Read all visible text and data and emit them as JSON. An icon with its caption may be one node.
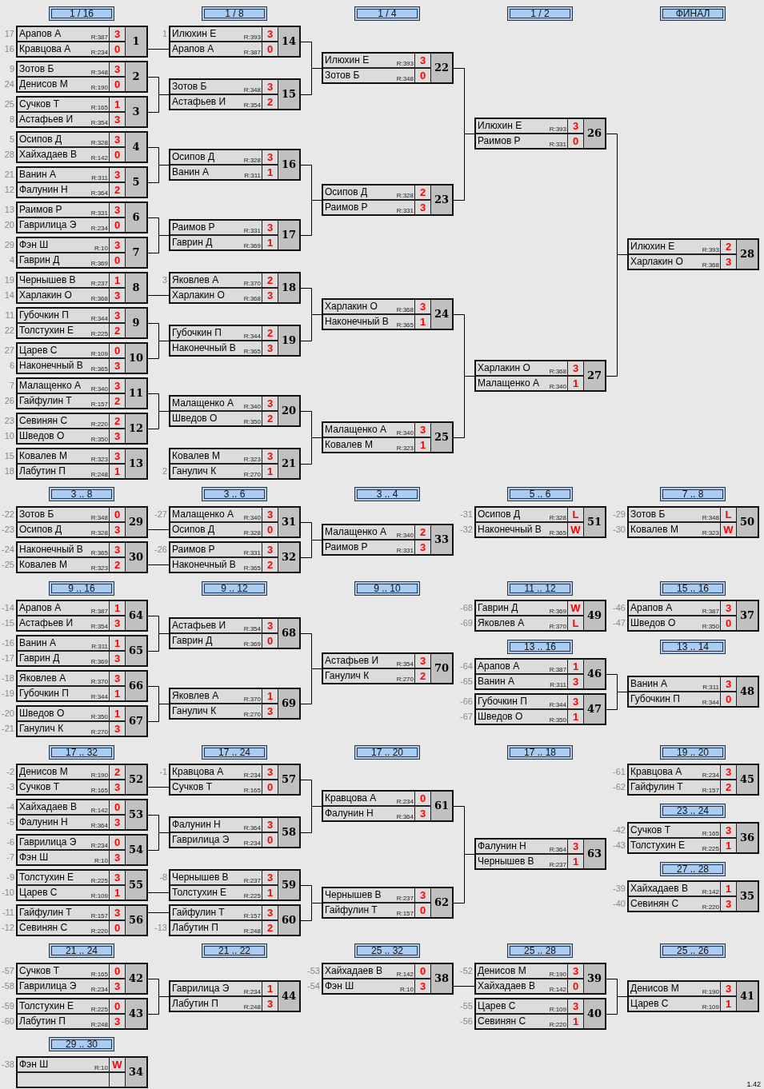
{
  "diagram": {
    "nodes": [
      {
        "text": [
          "1 / 16"
        ]
      },
      {
        "text": [
          "1 / 8"
        ]
      },
      {
        "text": [
          "1 / 4"
        ]
      },
      {
        "text": [
          "1 / 2"
        ]
      },
      {
        "text": [
          "ФИНАЛ"
        ]
      },
      {
        "text": [
          "Арапов А",
          "R:387",
          "3",
          "Кравцова А",
          "R:234",
          "0",
          "1"
        ],
        "beside": [
          "17",
          "16"
        ]
      },
      {
        "text": [
          "Зотов Б",
          "R:348",
          "3",
          "Денисов М",
          "R:190",
          "0",
          "2"
        ],
        "beside": [
          "9",
          "24"
        ]
      },
      {
        "text": [
          "Сучков Т",
          "R:165",
          "1",
          "Астафьев И",
          "R:354",
          "3",
          "3"
        ],
        "beside": [
          "25",
          "8"
        ]
      },
      {
        "text": [
          "Осипов Д",
          "R:328",
          "3",
          "Хайхадаев В",
          "R:142",
          "0",
          "4"
        ],
        "beside": [
          "5",
          "28"
        ]
      },
      {
        "text": [
          "Ванин А",
          "R:311",
          "3",
          "Фалунин Н",
          "R:364",
          "2",
          "5"
        ],
        "beside": [
          "21",
          "12"
        ]
      },
      {
        "text": [
          "Раимов Р",
          "R:331",
          "3",
          "Гаврилица Э",
          "R:234",
          "0",
          "6"
        ],
        "beside": [
          "13",
          "20"
        ]
      },
      {
        "text": [
          "Фэн Ш",
          "R:10",
          "3",
          "Гаврин Д",
          "R:369",
          "0",
          "7"
        ],
        "beside": [
          "29",
          "4"
        ]
      },
      {
        "text": [
          "Чернышев В",
          "R:237",
          "1",
          "Харлакин О",
          "R:368",
          "3",
          "8"
        ],
        "beside": [
          "19",
          "14"
        ]
      },
      {
        "text": [
          "Губочкин П",
          "R:344",
          "3",
          "Толстухин Е",
          "R:225",
          "2",
          "9"
        ],
        "beside": [
          "11",
          "22"
        ]
      },
      {
        "text": [
          "Царев С",
          "R:109",
          "0",
          "Наконечный В",
          "R:365",
          "3",
          "10"
        ],
        "beside": [
          "27",
          "6"
        ]
      },
      {
        "text": [
          "Малащенко А",
          "R:340",
          "3",
          "Гайфулин Т",
          "R:157",
          "2",
          "11"
        ],
        "beside": [
          "7",
          "26"
        ]
      },
      {
        "text": [
          "Севинян С",
          "R:220",
          "2",
          "Шведов О",
          "R:350",
          "3",
          "12"
        ],
        "beside": [
          "23",
          "10"
        ]
      },
      {
        "text": [
          "Ковалев М",
          "R:323",
          "3",
          "Лабутин П",
          "R:248",
          "1",
          "13"
        ],
        "beside": [
          "15",
          "18"
        ]
      },
      {
        "text": [
          "Илюхин Е",
          "R:393",
          "3",
          "Арапов А",
          "R:387",
          "0",
          "14"
        ],
        "beside": [
          "1"
        ]
      },
      {
        "text": [
          "Зотов Б",
          "R:348",
          "3",
          "Астафьев И",
          "R:354",
          "2",
          "15"
        ]
      },
      {
        "text": [
          "Осипов Д",
          "R:328",
          "3",
          "Ванин А",
          "R:311",
          "1",
          "16"
        ]
      },
      {
        "text": [
          "Раимов Р",
          "R:331",
          "3",
          "Гаврин Д",
          "R:369",
          "1",
          "17"
        ]
      },
      {
        "text": [
          "Яковлев А",
          "R:370",
          "2",
          "Харлакин О",
          "R:368",
          "3",
          "18"
        ],
        "beside": [
          "3"
        ]
      },
      {
        "text": [
          "Губочкин П",
          "R:344",
          "2",
          "Наконечный В",
          "R:365",
          "3",
          "19"
        ]
      },
      {
        "text": [
          "Малащенко А",
          "R:340",
          "3",
          "Шведов О",
          "R:350",
          "2",
          "20"
        ]
      },
      {
        "text": [
          "Ковалев М",
          "R:323",
          "3",
          "Ганулич К",
          "R:270",
          "1",
          "21"
        ],
        "beside": [
          "2"
        ]
      },
      {
        "text": [
          "Илюхин Е",
          "R:393",
          "3",
          "Зотов Б",
          "R:348",
          "0",
          "22"
        ]
      },
      {
        "text": [
          "Осипов Д",
          "R:328",
          "2",
          "Раимов Р",
          "R:331",
          "3",
          "23"
        ]
      },
      {
        "text": [
          "Харлакин О",
          "R:368",
          "3",
          "Наконечный В",
          "R:365",
          "1",
          "24"
        ]
      },
      {
        "text": [
          "Малащенко А",
          "R:340",
          "3",
          "Ковалев М",
          "R:323",
          "1",
          "25"
        ]
      },
      {
        "text": [
          "Илюхин Е",
          "R:393",
          "3",
          "Раимов Р",
          "R:331",
          "0",
          "26"
        ]
      },
      {
        "text": [
          "Харлакин О",
          "R:368",
          "3",
          "Малащенко А",
          "R:340",
          "1",
          "27"
        ]
      },
      {
        "text": [
          "Илюхин Е",
          "R:393",
          "2",
          "Харлакин О",
          "R:368",
          "3",
          "28"
        ]
      },
      {
        "text": [
          "3 .. 8"
        ]
      },
      {
        "text": [
          "3 .. 6"
        ]
      },
      {
        "text": [
          "3 .. 4"
        ]
      },
      {
        "text": [
          "5 .. 6"
        ]
      },
      {
        "text": [
          "7 .. 8"
        ]
      },
      {
        "text": [
          "Зотов Б",
          "R:348",
          "0",
          "Осипов Д",
          "R:328",
          "3",
          "29"
        ],
        "beside": [
          "-22",
          "-23"
        ]
      },
      {
        "text": [
          "Наконечный В",
          "R:365",
          "3",
          "Ковалев М",
          "R:323",
          "2",
          "30"
        ],
        "beside": [
          "-24",
          "-25"
        ]
      },
      {
        "text": [
          "Малащенко А",
          "R:340",
          "3",
          "Осипов Д",
          "R:328",
          "0",
          "31"
        ],
        "beside": [
          "-27"
        ]
      },
      {
        "text": [
          "Раимов Р",
          "R:331",
          "3",
          "Наконечный В",
          "R:365",
          "2",
          "32"
        ],
        "beside": [
          "-26"
        ]
      },
      {
        "text": [
          "Малащенко А",
          "R:340",
          "2",
          "Раимов Р",
          "R:331",
          "3",
          "33"
        ]
      },
      {
        "text": [
          "Осипов Д",
          "R:328",
          "L",
          "Наконечный В",
          "R:365",
          "W",
          "51"
        ],
        "beside": [
          "-31",
          "-32"
        ]
      },
      {
        "text": [
          "Зотов Б",
          "R:348",
          "L",
          "Ковалев М",
          "R:323",
          "W",
          "50"
        ],
        "beside": [
          "-29",
          "-30"
        ]
      },
      {
        "text": [
          "9 .. 16"
        ]
      },
      {
        "text": [
          "9 .. 12"
        ]
      },
      {
        "text": [
          "9 .. 10"
        ]
      },
      {
        "text": [
          "11 .. 12"
        ]
      },
      {
        "text": [
          "15 .. 16"
        ]
      },
      {
        "text": [
          "Арапов А",
          "R:387",
          "1",
          "Астафьев И",
          "R:354",
          "3",
          "64"
        ],
        "beside": [
          "-14",
          "-15"
        ]
      },
      {
        "text": [
          "Ванин А",
          "R:311",
          "1",
          "Гаврин Д",
          "R:369",
          "3",
          "65"
        ],
        "beside": [
          "-16",
          "-17"
        ]
      },
      {
        "text": [
          "Яковлев А",
          "R:370",
          "3",
          "Губочкин П",
          "R:344",
          "1",
          "66"
        ],
        "beside": [
          "-18",
          "-19"
        ]
      },
      {
        "text": [
          "Шведов О",
          "R:350",
          "1",
          "Ганулич К",
          "R:270",
          "3",
          "67"
        ],
        "beside": [
          "-20",
          "-21"
        ]
      },
      {
        "text": [
          "Астафьев И",
          "R:354",
          "3",
          "Гаврин Д",
          "R:369",
          "0",
          "68"
        ]
      },
      {
        "text": [
          "Яковлев А",
          "R:370",
          "1",
          "Ганулич К",
          "R:270",
          "3",
          "69"
        ]
      },
      {
        "text": [
          "Астафьев И",
          "R:354",
          "3",
          "Ганулич К",
          "R:270",
          "2",
          "70"
        ]
      },
      {
        "text": [
          "Гаврин Д",
          "R:369",
          "W",
          "Яковлев А",
          "R:370",
          "L",
          "49"
        ],
        "beside": [
          "-68",
          "-69"
        ]
      },
      {
        "text": [
          "Арапов А",
          "R:387",
          "3",
          "Шведов О",
          "R:350",
          "0",
          "37"
        ],
        "beside": [
          "-46",
          "-47"
        ]
      },
      {
        "text": [
          "13 .. 16"
        ]
      },
      {
        "text": [
          "13 .. 14"
        ]
      },
      {
        "text": [
          "Арапов А",
          "R:387",
          "1",
          "Ванин А",
          "R:311",
          "3",
          "46"
        ],
        "beside": [
          "-64",
          "-65"
        ]
      },
      {
        "text": [
          "Губочкин П",
          "R:344",
          "3",
          "Шведов О",
          "R:350",
          "1",
          "47"
        ],
        "beside": [
          "-66",
          "-67"
        ]
      },
      {
        "text": [
          "Ванин А",
          "R:311",
          "3",
          "Губочкин П",
          "R:344",
          "0",
          "48"
        ]
      },
      {
        "text": [
          "17 .. 32"
        ]
      },
      {
        "text": [
          "17 .. 24"
        ]
      },
      {
        "text": [
          "17 .. 20"
        ]
      },
      {
        "text": [
          "17 .. 18"
        ]
      },
      {
        "text": [
          "19 .. 20"
        ]
      },
      {
        "text": [
          "Денисов М",
          "R:190",
          "2",
          "Сучков Т",
          "R:165",
          "3",
          "52"
        ],
        "beside": [
          "-2",
          "-3"
        ]
      },
      {
        "text": [
          "Хайхадаев В",
          "R:142",
          "0",
          "Фалунин Н",
          "R:364",
          "3",
          "53"
        ],
        "beside": [
          "-4",
          "-5"
        ]
      },
      {
        "text": [
          "Гаврилица Э",
          "R:234",
          "0",
          "Фэн Ш",
          "R:10",
          "3",
          "54"
        ],
        "beside": [
          "-6",
          "-7"
        ]
      },
      {
        "text": [
          "Толстухин Е",
          "R:225",
          "3",
          "Царев С",
          "R:109",
          "1",
          "55"
        ],
        "beside": [
          "-9",
          "-10"
        ]
      },
      {
        "text": [
          "Гайфулин Т",
          "R:157",
          "3",
          "Севинян С",
          "R:220",
          "0",
          "56"
        ],
        "beside": [
          "-11",
          "-12"
        ]
      },
      {
        "text": [
          "Кравцова А",
          "R:234",
          "3",
          "Сучков Т",
          "R:165",
          "0",
          "57"
        ],
        "beside": [
          "-1"
        ]
      },
      {
        "text": [
          "Фалунин Н",
          "R:364",
          "3",
          "Гаврилица Э",
          "R:234",
          "0",
          "58"
        ]
      },
      {
        "text": [
          "Чернышев В",
          "R:237",
          "3",
          "Толстухин Е",
          "R:225",
          "1",
          "59"
        ],
        "beside": [
          "-8"
        ]
      },
      {
        "text": [
          "Гайфулин Т",
          "R:157",
          "3",
          "Лабутин П",
          "R:248",
          "2",
          "60"
        ],
        "beside": [
          "-13"
        ]
      },
      {
        "text": [
          "Кравцова А",
          "R:234",
          "0",
          "Фалунин Н",
          "R:364",
          "3",
          "61"
        ]
      },
      {
        "text": [
          "Чернышев В",
          "R:237",
          "3",
          "Гайфулин Т",
          "R:157",
          "0",
          "62"
        ]
      },
      {
        "text": [
          "Фалунин Н",
          "R:364",
          "3",
          "Чернышев В",
          "R:237",
          "1",
          "63"
        ]
      },
      {
        "text": [
          "Кравцова А",
          "R:234",
          "3",
          "Гайфулин Т",
          "R:157",
          "2",
          "45"
        ],
        "beside": [
          "-61",
          "-62"
        ]
      },
      {
        "text": [
          "23 .. 24"
        ]
      },
      {
        "text": [
          "Сучков Т",
          "R:165",
          "3",
          "Толстухин Е",
          "R:225",
          "1",
          "36"
        ],
        "beside": [
          "-42",
          "-43"
        ]
      },
      {
        "text": [
          "27 .. 28"
        ]
      },
      {
        "text": [
          "Хайхадаев В",
          "R:142",
          "1",
          "Севинян С",
          "R:220",
          "3",
          "35"
        ],
        "beside": [
          "-39",
          "-40"
        ]
      },
      {
        "text": [
          "21 .. 24"
        ]
      },
      {
        "text": [
          "21 .. 22"
        ]
      },
      {
        "text": [
          "25 .. 32"
        ]
      },
      {
        "text": [
          "25 .. 28"
        ]
      },
      {
        "text": [
          "25 .. 26"
        ]
      },
      {
        "text": [
          "Сучков Т",
          "R:165",
          "0",
          "Гаврилица Э",
          "R:234",
          "3",
          "42"
        ],
        "beside": [
          "-57",
          "-58"
        ]
      },
      {
        "text": [
          "Толстухин Е",
          "R:225",
          "0",
          "Лабутин П",
          "R:248",
          "3",
          "43"
        ],
        "beside": [
          "-59",
          "-60"
        ]
      },
      {
        "text": [
          "Гаврилица Э",
          "R:234",
          "1",
          "Лабутин П",
          "R:248",
          "3",
          "44"
        ]
      },
      {
        "text": [
          "Хайхадаев В",
          "R:142",
          "0",
          "Фэн Ш",
          "R:10",
          "3",
          "38"
        ],
        "beside": [
          "-53",
          "-54"
        ]
      },
      {
        "text": [
          "Денисов М",
          "R:190",
          "3",
          "Хайхадаев В",
          "R:142",
          "0",
          "39"
        ],
        "beside": [
          "-52"
        ]
      },
      {
        "text": [
          "Царев С",
          "R:109",
          "3",
          "Севинян С",
          "R:220",
          "1",
          "40"
        ],
        "beside": [
          "-55",
          "-56"
        ]
      },
      {
        "text": [
          "Денисов М",
          "R:190",
          "3",
          "Царев С",
          "R:109",
          "1",
          "41"
        ]
      },
      {
        "text": [
          "29 .. 30"
        ]
      },
      {
        "text": [
          "Фэн Ш",
          "R:10",
          "W",
          "34"
        ],
        "beside": [
          "-38"
        ]
      }
    ],
    "edges": [
      {
        "from": 5,
        "to": 18,
        "arrow": "none"
      },
      {
        "from": 6,
        "to": 19,
        "arrow": "none"
      },
      {
        "from": 7,
        "to": 19,
        "arrow": "none"
      },
      {
        "from": 8,
        "to": 20,
        "arrow": "none"
      },
      {
        "from": 9,
        "to": 20,
        "arrow": "none"
      },
      {
        "from": 10,
        "to": 21,
        "arrow": "none"
      },
      {
        "from": 11,
        "to": 21,
        "arrow": "none"
      },
      {
        "from": 12,
        "to": 22,
        "arrow": "none"
      },
      {
        "from": 13,
        "to": 23,
        "arrow": "none"
      },
      {
        "from": 14,
        "to": 23,
        "arrow": "none"
      },
      {
        "from": 15,
        "to": 24,
        "arrow": "none"
      },
      {
        "from": 16,
        "to": 24,
        "arrow": "none"
      },
      {
        "from": 18,
        "to": 26,
        "arrow": "none"
      },
      {
        "from": 19,
        "to": 26,
        "arrow": "none"
      },
      {
        "from": 20,
        "to": 27,
        "arrow": "none"
      },
      {
        "from": 21,
        "to": 27,
        "arrow": "none"
      },
      {
        "from": 22,
        "to": 28,
        "arrow": "none"
      },
      {
        "from": 23,
        "to": 28,
        "arrow": "none"
      },
      {
        "from": 24,
        "to": 29,
        "arrow": "none"
      },
      {
        "from": 25,
        "to": 29,
        "arrow": "none"
      },
      {
        "from": 26,
        "to": 30,
        "arrow": "none"
      },
      {
        "from": 27,
        "to": 30,
        "arrow": "none"
      },
      {
        "from": 28,
        "to": 31,
        "arrow": "none"
      },
      {
        "from": 29,
        "to": 31,
        "arrow": "none"
      },
      {
        "from": 30,
        "to": 32,
        "arrow": "none"
      },
      {
        "from": 31,
        "to": 32,
        "arrow": "none"
      },
      {
        "from": 38,
        "to": 40,
        "arrow": "none"
      },
      {
        "from": 39,
        "to": 41,
        "arrow": "none"
      },
      {
        "from": 40,
        "to": 42,
        "arrow": "none"
      },
      {
        "from": 41,
        "to": 42,
        "arrow": "none"
      },
      {
        "from": 50,
        "to": 54,
        "arrow": "none"
      },
      {
        "from": 51,
        "to": 54,
        "arrow": "none"
      },
      {
        "from": 52,
        "to": 55,
        "arrow": "none"
      },
      {
        "from": 53,
        "to": 55,
        "arrow": "none"
      },
      {
        "from": 54,
        "to": 56,
        "arrow": "none"
      },
      {
        "from": 55,
        "to": 56,
        "arrow": "none"
      },
      {
        "from": 61,
        "to": 63,
        "arrow": "none"
      },
      {
        "from": 62,
        "to": 63,
        "arrow": "none"
      },
      {
        "from": 69,
        "to": 74,
        "arrow": "none"
      },
      {
        "from": 70,
        "to": 75,
        "arrow": "none"
      },
      {
        "from": 71,
        "to": 75,
        "arrow": "none"
      },
      {
        "from": 72,
        "to": 76,
        "arrow": "none"
      },
      {
        "from": 73,
        "to": 77,
        "arrow": "none"
      },
      {
        "from": 74,
        "to": 78,
        "arrow": "none"
      },
      {
        "from": 75,
        "to": 78,
        "arrow": "none"
      },
      {
        "from": 76,
        "to": 79,
        "arrow": "none"
      },
      {
        "from": 77,
        "to": 79,
        "arrow": "none"
      },
      {
        "from": 78,
        "to": 80,
        "arrow": "none"
      },
      {
        "from": 79,
        "to": 80,
        "arrow": "none"
      },
      {
        "from": 91,
        "to": 93,
        "arrow": "none"
      },
      {
        "from": 92,
        "to": 93,
        "arrow": "none"
      },
      {
        "from": 94,
        "to": 95,
        "arrow": "none"
      },
      {
        "from": 95,
        "to": 97,
        "arrow": "none"
      },
      {
        "from": 96,
        "to": 97,
        "arrow": "none"
      }
    ],
    "labels": [
      "1.42"
    ]
  }
}
